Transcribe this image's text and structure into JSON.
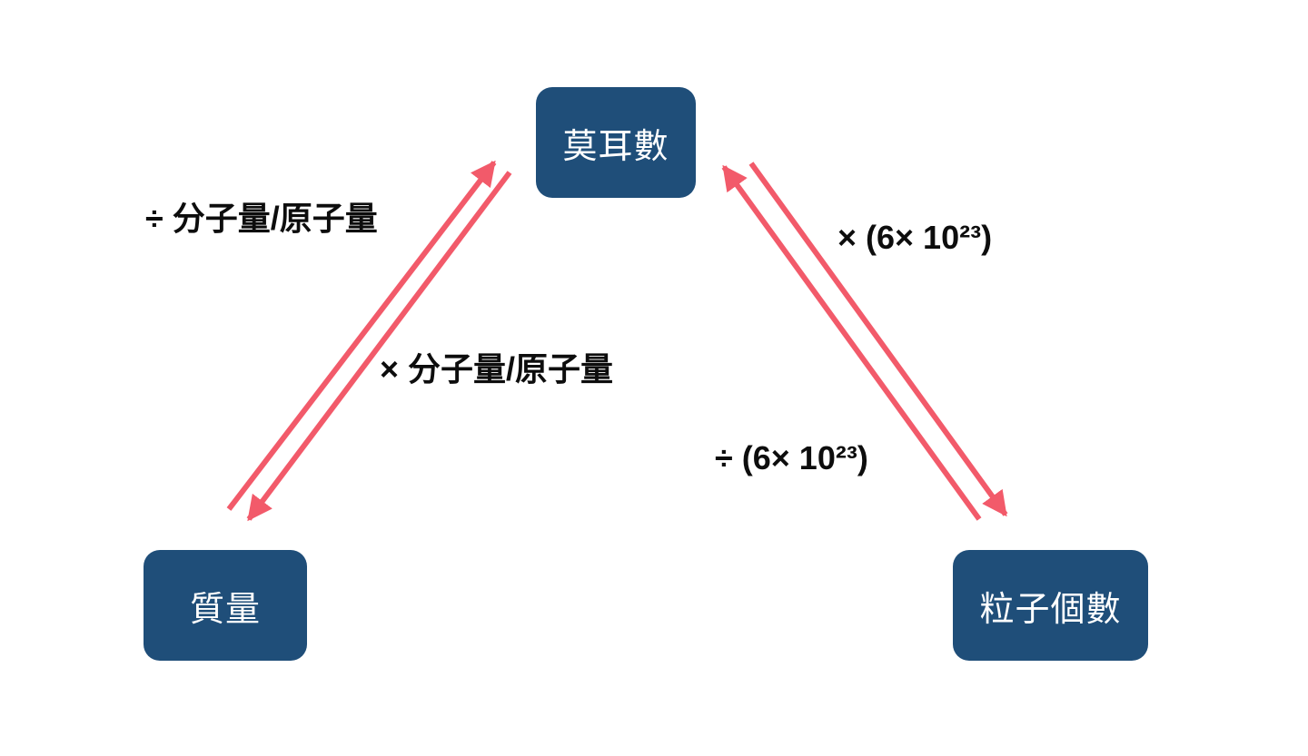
{
  "diagram": {
    "description": "Mole concept conversion triangle diagram",
    "nodes": [
      {
        "id": "mole",
        "label": "莫耳數"
      },
      {
        "id": "mass",
        "label": "質量"
      },
      {
        "id": "particles",
        "label": "粒子個數"
      }
    ],
    "edges": [
      {
        "from": "mass",
        "to": "mole",
        "label": "÷ 分子量/原子量"
      },
      {
        "from": "mole",
        "to": "mass",
        "label": "× 分子量/原子量"
      },
      {
        "from": "mole",
        "to": "particles",
        "label": "× (6× 10²³)"
      },
      {
        "from": "particles",
        "to": "mole",
        "label": "÷ (6× 10²³)"
      }
    ],
    "colors": {
      "node_fill": "#1F4E79",
      "node_text": "#FFFFFF",
      "arrow": "#F25A6A",
      "label_text": "#0D0D0D",
      "background": "#FFFFFF"
    }
  }
}
